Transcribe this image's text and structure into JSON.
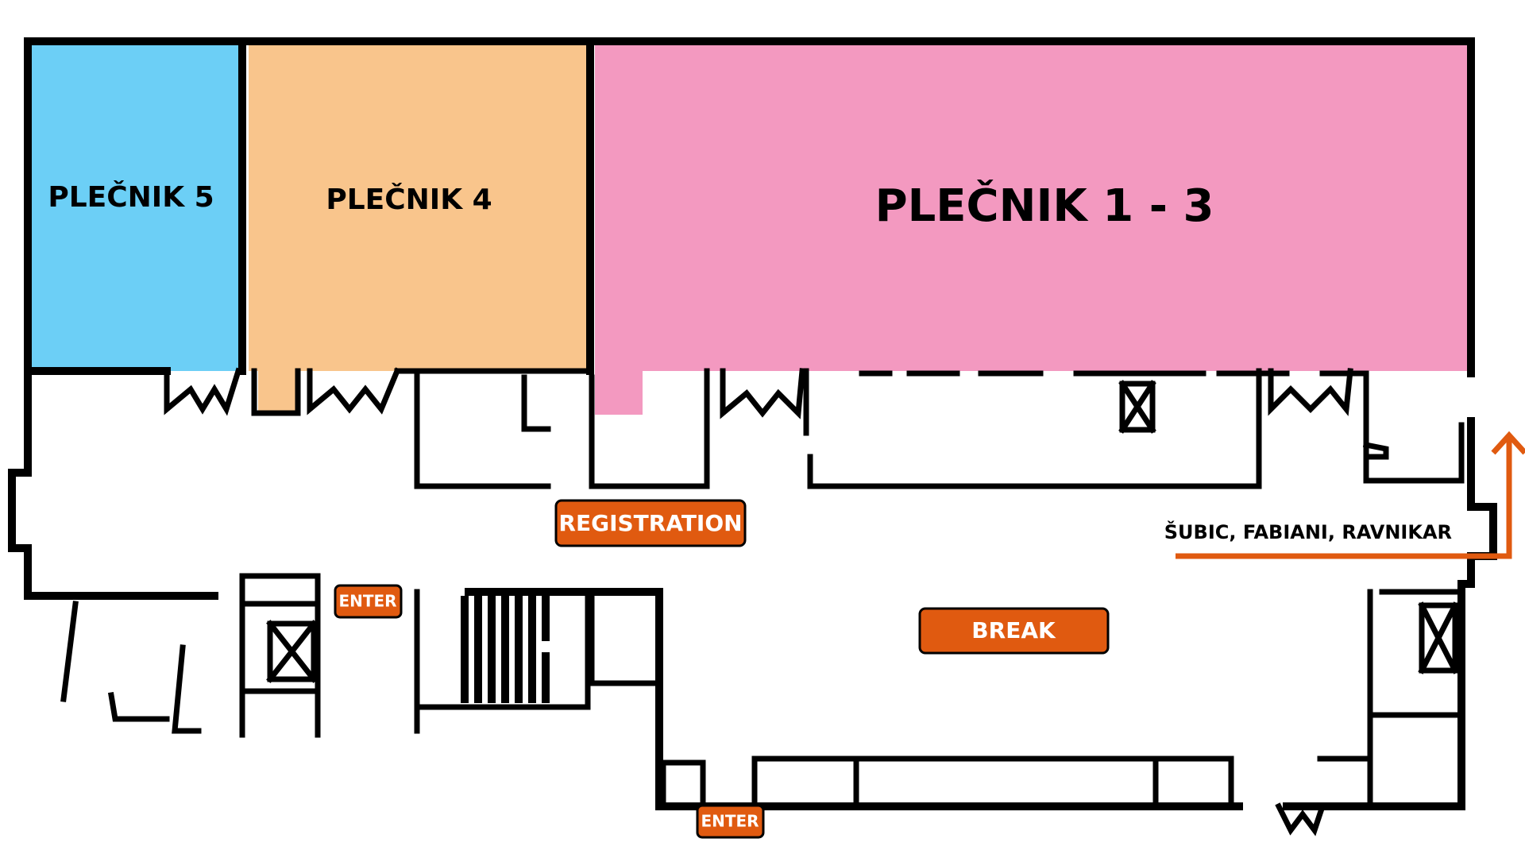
{
  "rooms": {
    "plecnik5": {
      "label": "PLEČNIK 5",
      "color": "#6ccff6"
    },
    "plecnik4": {
      "label": "PLEČNIK 4",
      "color": "#f9c58c"
    },
    "plecnik13": {
      "label": "PLEČNIK 1 - 3",
      "color": "#f399c0"
    }
  },
  "tags": {
    "registration": "REGISTRATION",
    "break": "BREAK",
    "enter_top": "ENTER",
    "enter_bottom": "ENTER"
  },
  "direction": {
    "label": "ŠUBIC, FABIANI, RAVNIKAR",
    "arrow_icon": "arrow-up-icon"
  },
  "colors": {
    "accent": "#e05a10",
    "wall": "#000000",
    "background": "#ffffff"
  }
}
